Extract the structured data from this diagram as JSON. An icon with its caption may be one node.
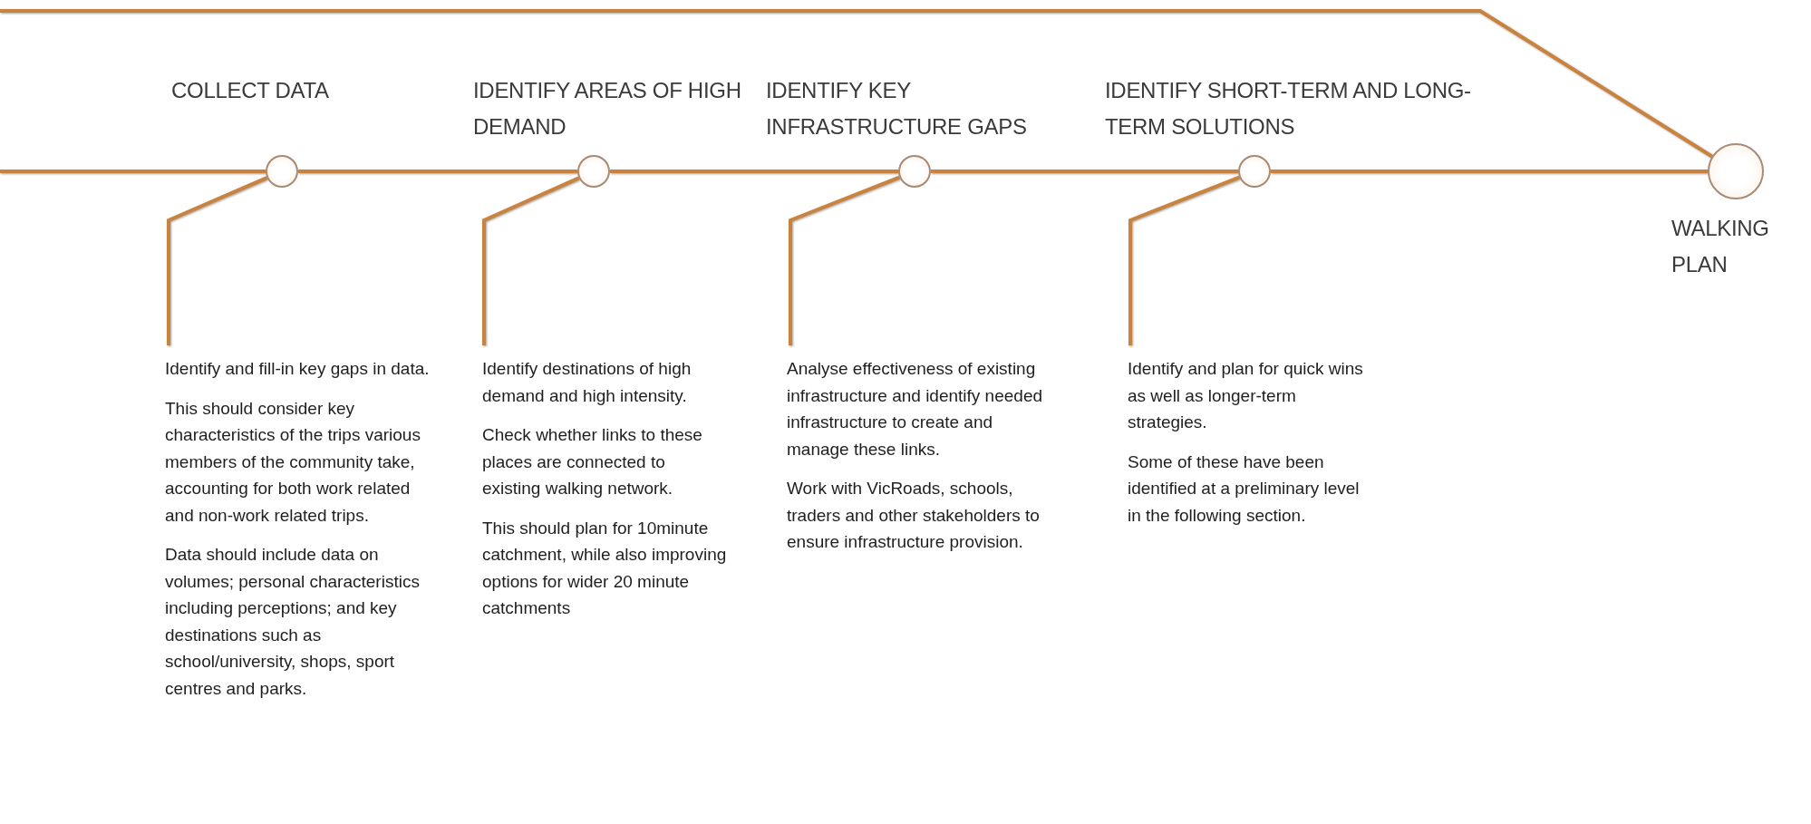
{
  "diagram": {
    "nodes": [
      {
        "text": [
          "COLLECT DATA"
        ]
      },
      {
        "text": [
          "Identify and fill-in key gaps in data.",
          "This should consider key characteristics of the trips various members of the community take, accounting for both work related and non-work related trips.",
          "Data should include data on volumes; personal characteristics including perceptions; and key destinations such as school/university, shops, sport centres and parks."
        ]
      },
      {
        "text": [
          "IDENTIFY AREAS OF HIGH DEMAND"
        ]
      },
      {
        "text": [
          "Identify destinations of high demand and high intensity.",
          "Check whether links to these places are connected to existing walking network.",
          "This should plan for 10minute catchment, while also improving options for wider 20 minute catchments"
        ]
      },
      {
        "text": [
          "IDENTIFY KEY INFRASTRUCTURE GAPS"
        ]
      },
      {
        "text": [
          "Analyse effectiveness of existing infrastructure and identify needed infrastructure to create and manage these links.",
          "Work with VicRoads, schools, traders and other stakeholders to ensure infrastructure provision."
        ]
      },
      {
        "text": [
          "IDENTIFY SHORT-TERM AND LONG-TERM SOLUTIONS"
        ]
      },
      {
        "text": [
          "Identify and plan for quick wins as well as longer-term strategies.",
          "Some of these have been identified at a preliminary level in the following section."
        ]
      },
      {
        "text": [
          "WALKING PLAN"
        ]
      }
    ],
    "edges": [
      {
        "from": null,
        "to": 0,
        "arrow": "none"
      },
      {
        "from": 0,
        "to": 2,
        "arrow": "none"
      },
      {
        "from": 2,
        "to": 4,
        "arrow": "none"
      },
      {
        "from": 4,
        "to": 6,
        "arrow": "none"
      },
      {
        "from": 6,
        "to": 8,
        "arrow": "none"
      },
      {
        "from": null,
        "to": 8,
        "arrow": "none"
      },
      {
        "from": 0,
        "to": 1,
        "arrow": "none"
      },
      {
        "from": 2,
        "to": 3,
        "arrow": "none"
      },
      {
        "from": 4,
        "to": 5,
        "arrow": "none"
      },
      {
        "from": 6,
        "to": 7,
        "arrow": "none"
      }
    ]
  }
}
